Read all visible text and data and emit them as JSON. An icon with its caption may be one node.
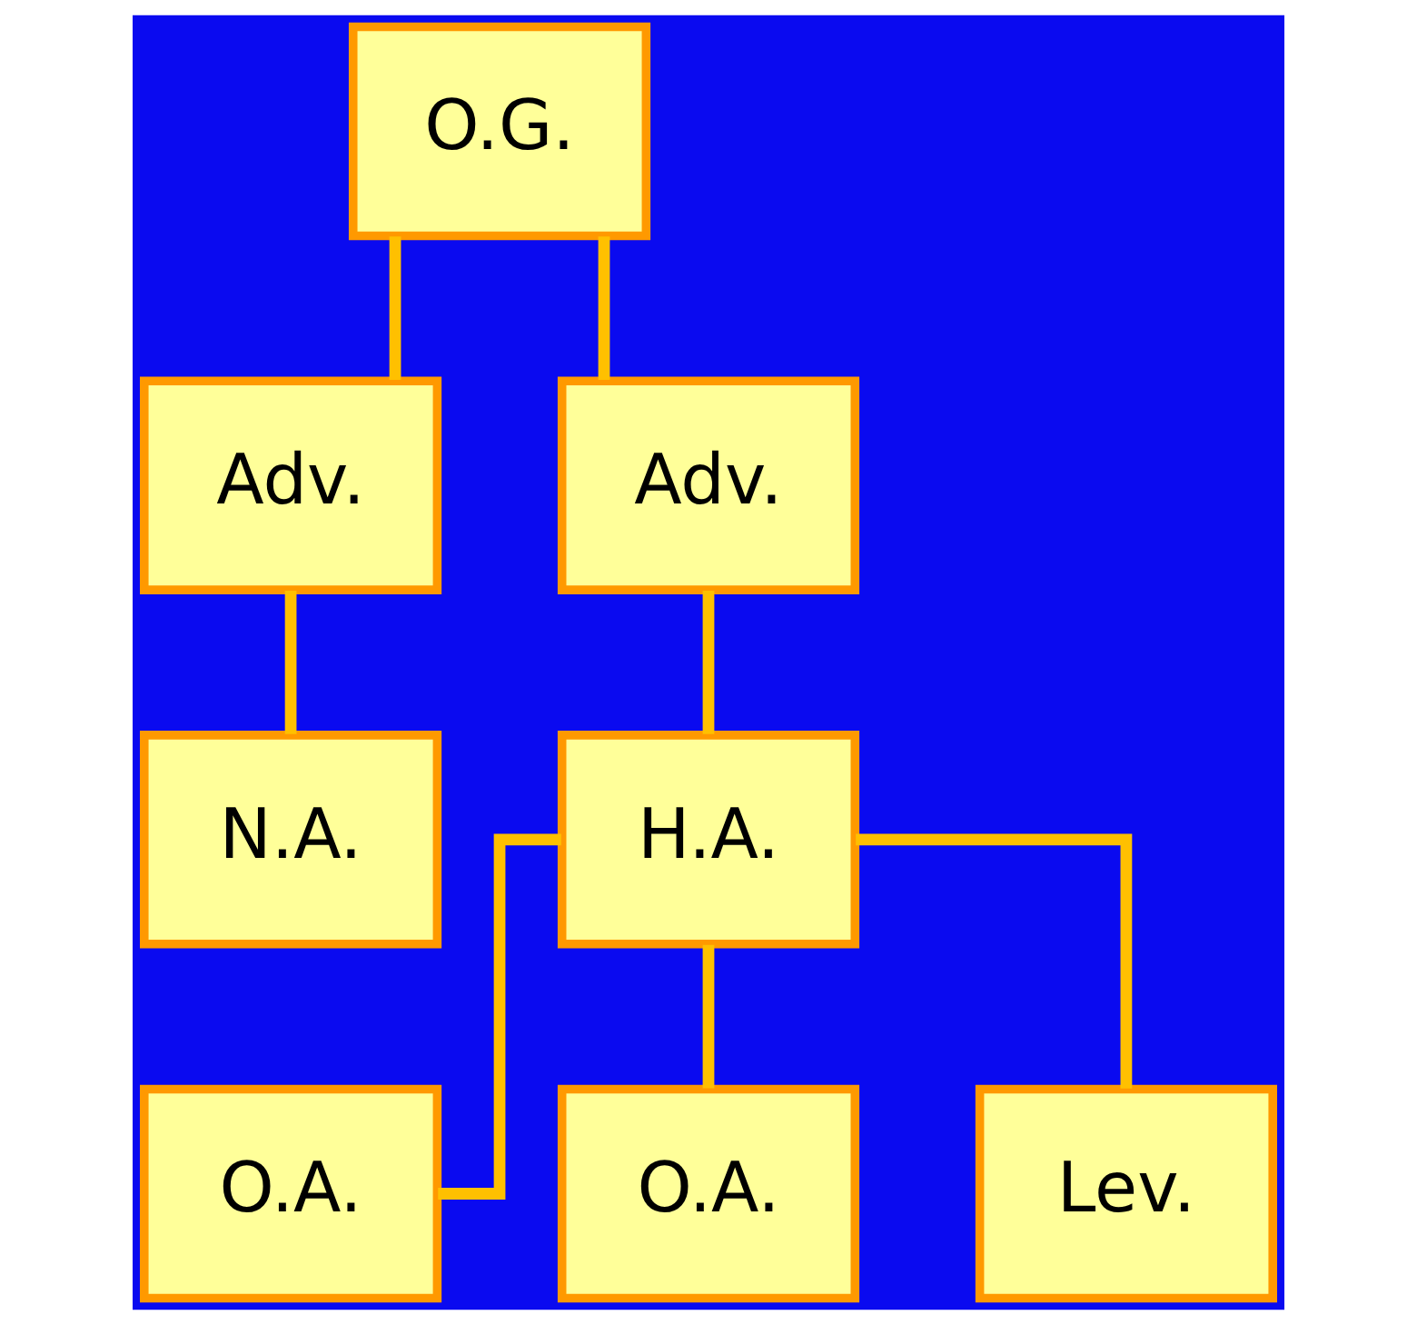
{
  "diagram": {
    "nodes": [
      {
        "text": [
          "O.G."
        ]
      },
      {
        "text": [
          "Adv."
        ]
      },
      {
        "text": [
          "Adv."
        ]
      },
      {
        "text": [
          "N.A."
        ]
      },
      {
        "text": [
          "H.A."
        ]
      },
      {
        "text": [
          "O.A."
        ]
      },
      {
        "text": [
          "O.A."
        ]
      },
      {
        "text": [
          "Lev."
        ]
      }
    ],
    "edges": [
      {
        "from": 0,
        "to": 1,
        "arrow": "none"
      },
      {
        "from": 0,
        "to": 2,
        "arrow": "none"
      },
      {
        "from": 1,
        "to": 3,
        "arrow": "none"
      },
      {
        "from": 2,
        "to": 4,
        "arrow": "none"
      },
      {
        "from": 4,
        "to": 5,
        "arrow": "none"
      },
      {
        "from": 4,
        "to": 6,
        "arrow": "none"
      },
      {
        "from": 4,
        "to": 7,
        "arrow": "none"
      }
    ]
  }
}
